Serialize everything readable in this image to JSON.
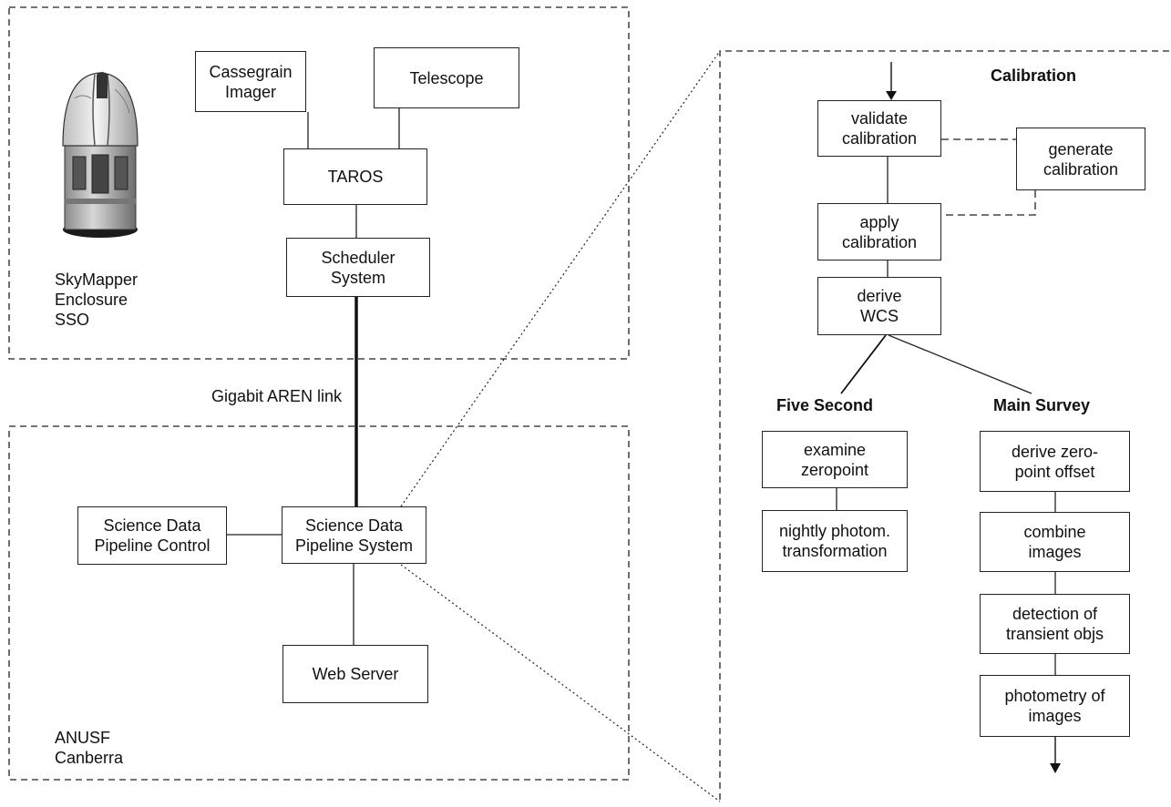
{
  "site": {
    "enclosure_label": "SkyMapper\nEnclosure\nSSO",
    "datacentre_label": "ANUSF\nCanberra",
    "link_label": "Gigabit AREN link"
  },
  "nodes": {
    "cassegrain": "Cassegrain\nImager",
    "telescope": "Telescope",
    "taros": "TAROS",
    "scheduler": "Scheduler\nSystem",
    "sdp_control": "Science Data\nPipeline Control",
    "sdp_system": "Science Data\nPipeline System",
    "web_server": "Web Server"
  },
  "calibration": {
    "title": "Calibration",
    "validate": "validate\ncalibration",
    "generate": "generate\ncalibration",
    "apply": "apply\ncalibration",
    "derive_wcs": "derive\nWCS"
  },
  "five_second": {
    "title": "Five Second",
    "steps": [
      "examine\nzeropoint",
      "nightly photom.\ntransformation"
    ]
  },
  "main_survey": {
    "title": "Main Survey",
    "steps": [
      "derive zero-\npoint offset",
      "combine\nimages",
      "detection of\ntransient objs",
      "photometry of\nimages"
    ]
  }
}
